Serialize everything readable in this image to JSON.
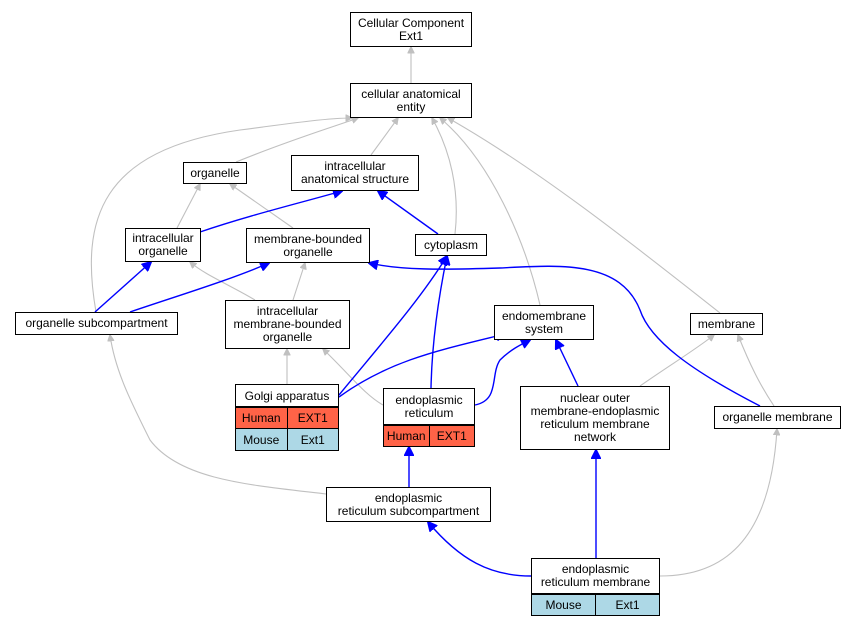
{
  "nodes": {
    "cc": {
      "lines": [
        "Cellular Component",
        "Ext1"
      ]
    },
    "cae": {
      "lines": [
        "cellular anatomical",
        "entity"
      ]
    },
    "org": {
      "lines": [
        "organelle"
      ]
    },
    "ias": {
      "lines": [
        "intracellular",
        "anatomical structure"
      ]
    },
    "io": {
      "lines": [
        "intracellular",
        "organelle"
      ]
    },
    "mbo": {
      "lines": [
        "membrane-bounded",
        "organelle"
      ]
    },
    "cyto": {
      "lines": [
        "cytoplasm"
      ]
    },
    "osc": {
      "lines": [
        "organelle subcompartment"
      ]
    },
    "imbo": {
      "lines": [
        "intracellular",
        "membrane-bounded",
        "organelle"
      ]
    },
    "ems": {
      "lines": [
        "endomembrane",
        "system"
      ]
    },
    "mem": {
      "lines": [
        "membrane"
      ]
    },
    "nom": {
      "lines": [
        "nuclear outer",
        "membrane-endoplasmic",
        "reticulum membrane",
        "network"
      ]
    },
    "om": {
      "lines": [
        "organelle membrane"
      ]
    },
    "ersc": {
      "lines": [
        "endoplasmic",
        "reticulum subcompartment"
      ]
    }
  },
  "records": {
    "golgi": {
      "title": "Golgi apparatus",
      "rows": [
        [
          "Human",
          "EXT1"
        ],
        [
          "Mouse",
          "Ext1"
        ]
      ]
    },
    "er": {
      "title": [
        "endoplasmic",
        "reticulum"
      ],
      "rows": [
        [
          "Human",
          "EXT1"
        ]
      ]
    },
    "erm": {
      "title": [
        "endoplasmic",
        "reticulum membrane"
      ],
      "rows": [
        [
          "Mouse",
          "Ext1"
        ]
      ]
    }
  },
  "colors": {
    "human": "#ff6347",
    "mouse": "#add8e6",
    "is_a_edge": "#c0c0c0",
    "part_of_edge": "#0000ff"
  },
  "edges": [
    {
      "from": "cae",
      "to": "cc",
      "type": "is_a"
    },
    {
      "from": "org",
      "to": "cae",
      "type": "is_a"
    },
    {
      "from": "ias",
      "to": "cae",
      "type": "is_a"
    },
    {
      "from": "cyto",
      "to": "cae",
      "type": "is_a"
    },
    {
      "from": "osc",
      "to": "cae",
      "type": "is_a"
    },
    {
      "from": "ems",
      "to": "cae",
      "type": "is_a"
    },
    {
      "from": "mem",
      "to": "cae",
      "type": "is_a"
    },
    {
      "from": "io",
      "to": "org",
      "type": "is_a"
    },
    {
      "from": "mbo",
      "to": "org",
      "type": "is_a"
    },
    {
      "from": "imbo",
      "to": "io",
      "type": "is_a"
    },
    {
      "from": "imbo",
      "to": "mbo",
      "type": "is_a"
    },
    {
      "from": "golgi",
      "to": "imbo",
      "type": "is_a"
    },
    {
      "from": "er",
      "to": "imbo",
      "type": "is_a"
    },
    {
      "from": "nom",
      "to": "mem",
      "type": "is_a"
    },
    {
      "from": "om",
      "to": "mem",
      "type": "is_a"
    },
    {
      "from": "ersc",
      "to": "osc",
      "type": "is_a"
    },
    {
      "from": "erm",
      "to": "om",
      "type": "is_a"
    },
    {
      "from": "io",
      "to": "ias",
      "type": "part_of"
    },
    {
      "from": "cyto",
      "to": "ias",
      "type": "part_of"
    },
    {
      "from": "osc",
      "to": "io",
      "type": "part_of"
    },
    {
      "from": "osc",
      "to": "mbo",
      "type": "part_of"
    },
    {
      "from": "om",
      "to": "mbo",
      "type": "part_of"
    },
    {
      "from": "golgi",
      "to": "cyto",
      "type": "part_of"
    },
    {
      "from": "er",
      "to": "cyto",
      "type": "part_of"
    },
    {
      "from": "golgi",
      "to": "ems",
      "type": "part_of"
    },
    {
      "from": "er",
      "to": "ems",
      "type": "part_of"
    },
    {
      "from": "nom",
      "to": "ems",
      "type": "part_of"
    },
    {
      "from": "ersc",
      "to": "er",
      "type": "part_of"
    },
    {
      "from": "erm",
      "to": "nom",
      "type": "part_of"
    },
    {
      "from": "erm",
      "to": "ersc",
      "type": "part_of"
    }
  ]
}
